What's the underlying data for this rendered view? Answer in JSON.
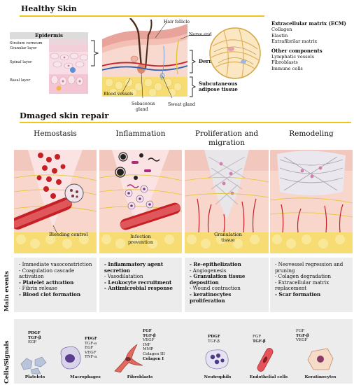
{
  "healthy": {
    "title": "Healthy Skin",
    "epidermis_label": "Epidermis",
    "layers": [
      "Stratum corneum",
      "Granular layer",
      "Spinal layer",
      "Basal layer"
    ],
    "labels": {
      "hair_follicle": "Hair follicle",
      "nerve_end": "Nerve end",
      "dermis": "Dermis",
      "subcutaneous": "Subcutaneous",
      "adipose": "adipose tissue",
      "blood_vessels": "Blood vessels",
      "sebaceous": "Sebaceous",
      "gland": "gland",
      "sweat_gland": "Sweat gland"
    },
    "ecm_title": "Extracellular matrix (ECM)",
    "ecm_items": [
      "Collagen",
      "Elastin",
      "Extrafibrilar matrix"
    ],
    "other_title": "Other components",
    "other_items": [
      "Lymphatic vessels",
      "Fibroblasts",
      "Immune cells"
    ]
  },
  "repair": {
    "title": "Dmaged skin repair",
    "stages": [
      "Hemostasis",
      "Inflammation",
      "Proliferation and",
      "migration",
      "Remodeling"
    ],
    "panel_labels": {
      "bleeding": "Bleeding control",
      "infection1": "Infection",
      "infection2": "prevention",
      "granulation1": "Granulation",
      "granulation2": "tissue"
    }
  },
  "main_events": {
    "label": "Main events",
    "columns": [
      [
        {
          "t": "- Immediate vasoconstriction",
          "b": false
        },
        {
          "t": "- Coagulation cascade",
          "b": false
        },
        {
          "t": "activation",
          "b": false
        },
        {
          "t": "- Platelet activation",
          "b": true
        },
        {
          "t": "- Fibrin release",
          "b": false
        },
        {
          "t": "- Blood clot formation",
          "b": true
        }
      ],
      [
        {
          "t": "- Inflammatory agent",
          "b": true
        },
        {
          "t": "secretion",
          "b": true
        },
        {
          "t": "- Vasodilatation",
          "b": false
        },
        {
          "t": "- Leukocyte recruitment",
          "b": true
        },
        {
          "t": "- Antimicrobial response",
          "b": true
        }
      ],
      [
        {
          "t": "- Re-epithelization",
          "b": true
        },
        {
          "t": "- Angiogenesis",
          "b": false
        },
        {
          "t": "- Granulation tissue",
          "b": true
        },
        {
          "t": "deposition",
          "b": true
        },
        {
          "t": "- Wound contraction",
          "b": false
        },
        {
          "t": "- keratinocytes",
          "b": true
        },
        {
          "t": "proliferation",
          "b": true
        }
      ],
      [
        {
          "t": "- Neovessel regression and",
          "b": false
        },
        {
          "t": "pruning",
          "b": false
        },
        {
          "t": "- Colagen degradation",
          "b": false
        },
        {
          "t": "- Extracellular matrix",
          "b": false
        },
        {
          "t": "replacement",
          "b": false
        },
        {
          "t": "- Scar formation",
          "b": true
        }
      ]
    ]
  },
  "cells_signals": {
    "label": "Cells/Signals",
    "cells": [
      {
        "name": "Platelets",
        "signals": [
          {
            "t": "PDGF",
            "b": true
          },
          {
            "t": "TGF-β",
            "b": true
          },
          {
            "t": "EGF",
            "b": false
          }
        ]
      },
      {
        "name": "Macrophages",
        "signals": [
          {
            "t": "PDGF",
            "b": true
          },
          {
            "t": "TGF-a",
            "b": false
          },
          {
            "t": "EGF",
            "b": false
          },
          {
            "t": "VEGF",
            "b": false
          },
          {
            "t": "TNF-a",
            "b": false
          }
        ]
      },
      {
        "name": "Fibroblasts",
        "signals": [
          {
            "t": "FGF",
            "b": true
          },
          {
            "t": "TGF-β",
            "b": true
          },
          {
            "t": "VEGF",
            "b": false
          },
          {
            "t": "INF",
            "b": false
          },
          {
            "t": "MMP",
            "b": false
          },
          {
            "t": "Colagen III",
            "b": false
          },
          {
            "t": "Colagen I",
            "b": true
          }
        ]
      },
      {
        "name": "Neutrophils",
        "signals": [
          {
            "t": "PDGF",
            "b": true
          },
          {
            "t": "TGF-β",
            "b": false
          }
        ]
      },
      {
        "name": "Endothelial cells",
        "signals": [
          {
            "t": "FGF",
            "b": false
          },
          {
            "t": "TGF-β",
            "b": true
          }
        ]
      },
      {
        "name": "Keratinocytes",
        "signals": [
          {
            "t": "FGF",
            "b": false
          },
          {
            "t": "TGF-β",
            "b": true
          },
          {
            "t": "VEGF",
            "b": false
          }
        ]
      }
    ]
  },
  "colors": {
    "accent_gold": "#f0c419",
    "skin_pink": "#f3c9c7",
    "dermis": "#f6d9c6",
    "adipose": "#f5e27a",
    "blood": "#c62026",
    "events_bg": "#ececec",
    "cells_bg": "#ececec"
  }
}
